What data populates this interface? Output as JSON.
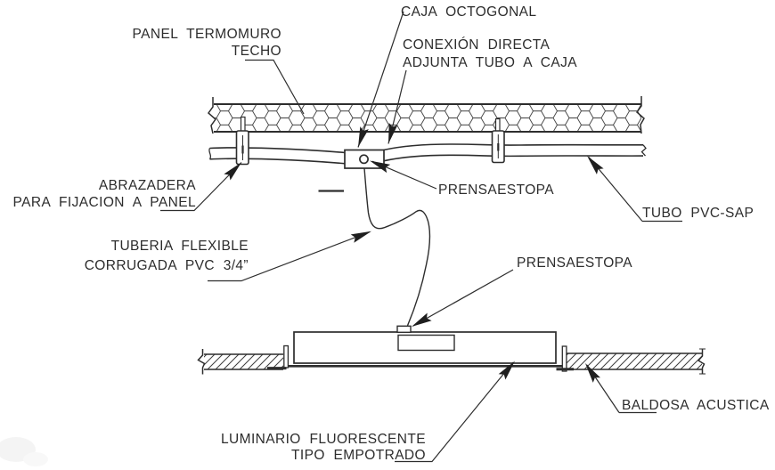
{
  "drawing_labels": {
    "panel": {
      "line1": "PANEL TERMOMURO",
      "line2": "TECHO"
    },
    "caja_octogonal": "CAJA OCTOGONAL",
    "conexion": {
      "line1": "CONEXIÓN DIRECTA",
      "line2": "ADJUNTA TUBO A CAJA"
    },
    "abrazadera": {
      "line1": "ABRAZADERA",
      "line2": "PARA FIJACION A PANEL"
    },
    "prensaestopa_superior": "PRENSAESTOPA",
    "tubo_pvc": "TUBO PVC-SAP",
    "tuberia_flexible": {
      "line1": "TUBERIA FLEXIBLE",
      "line2": "CORRUGADA PVC 3/4”"
    },
    "prensaestopa_inferior": "PRENSAESTOPA",
    "baldosa_acustica": "BALDOSA ACUSTICA",
    "luminario": {
      "line1": "LUMINARIO FLUORESCENTE",
      "line2": "TIPO EMPOTRADO"
    }
  },
  "colors": {
    "line": "#2d2d2d",
    "background": "#ffffff"
  }
}
